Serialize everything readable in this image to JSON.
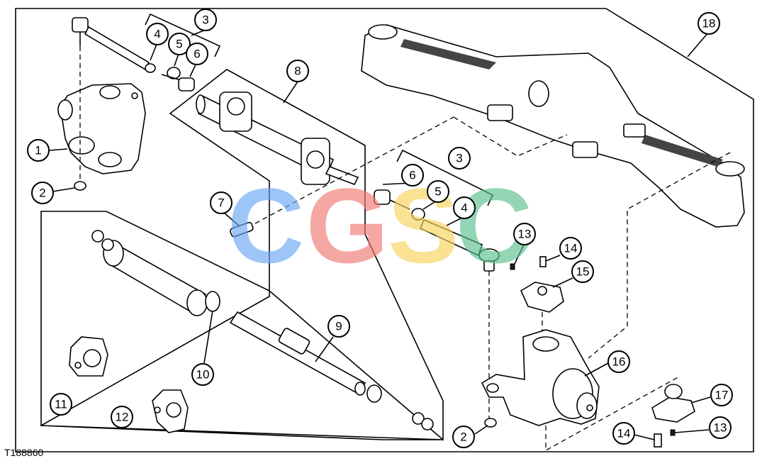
{
  "figure": {
    "id": "T188860"
  },
  "callouts": [
    {
      "label": "1"
    },
    {
      "label": "2"
    },
    {
      "label": "3"
    },
    {
      "label": "4"
    },
    {
      "label": "5"
    },
    {
      "label": "6"
    },
    {
      "label": "7"
    },
    {
      "label": "8"
    },
    {
      "label": "9"
    },
    {
      "label": "10"
    },
    {
      "label": "11"
    },
    {
      "label": "12"
    },
    {
      "label": "3"
    },
    {
      "label": "6"
    },
    {
      "label": "5"
    },
    {
      "label": "4"
    },
    {
      "label": "13"
    },
    {
      "label": "14"
    },
    {
      "label": "15"
    },
    {
      "label": "16"
    },
    {
      "label": "17"
    },
    {
      "label": "13"
    },
    {
      "label": "14"
    },
    {
      "label": "2"
    },
    {
      "label": "18"
    }
  ],
  "watermark": {
    "letters": [
      {
        "char": "C",
        "color": "#6aa7f5"
      },
      {
        "char": "G",
        "color": "#f07a72"
      },
      {
        "char": "S",
        "color": "#f8d35e"
      },
      {
        "char": "C",
        "color": "#5bbf8e"
      }
    ]
  }
}
